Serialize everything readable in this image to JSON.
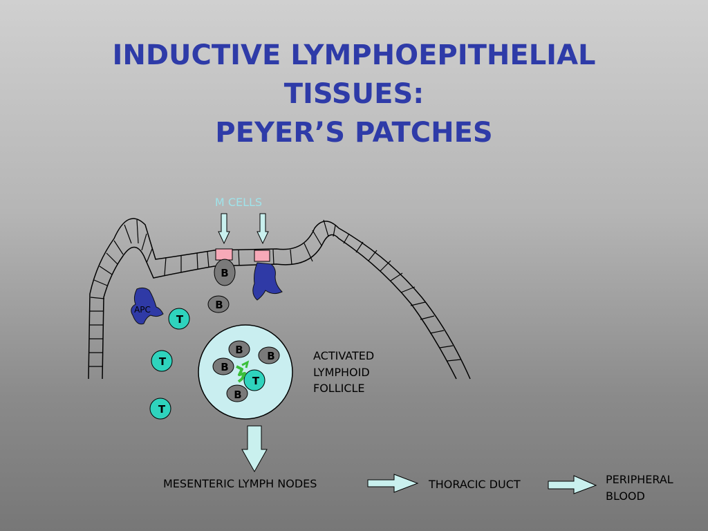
{
  "title": {
    "line1": "INDUCTIVE LYMPHOEPITHELIAL",
    "line2": "TISSUES:",
    "line3": "PEYER’S PATCHES"
  },
  "labels": {
    "m_cells": "M CELLS",
    "apc": "APC",
    "b": "B",
    "t": "T",
    "follicle_line1": "ACTIVATED",
    "follicle_line2": "LYMPHOID",
    "follicle_line3": "FOLLICLE",
    "mesenteric": "MESENTERIC LYMPH NODES",
    "thoracic": "THORACIC DUCT",
    "peripheral_line1": "PERIPHERAL",
    "peripheral_line2": "BLOOD"
  },
  "colors": {
    "title": "#2e3ba8",
    "m_cell_label": "#9fe3ea",
    "m_cell": "#f7a9b8",
    "arrow_fill": "#c9f0ee",
    "b_cell": "#7a7a7a",
    "t_cell": "#2fd3bd",
    "apc": "#2f3aa6",
    "follicle": "#c9eef0",
    "antigen": "#3bbf3b"
  }
}
